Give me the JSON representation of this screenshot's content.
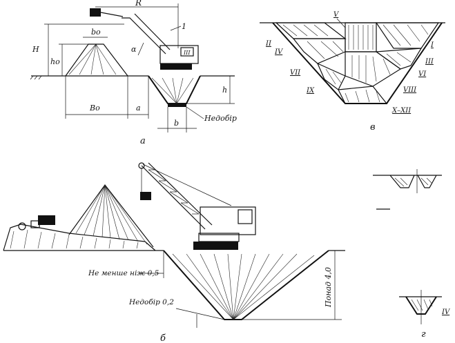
{
  "panels": {
    "a": {
      "caption": "а",
      "dims": {
        "R": "R",
        "H": "H",
        "ho": "hо",
        "bo_top": "bо",
        "Bo": "Bо",
        "a": "a",
        "h": "h",
        "b": "b",
        "alpha": "α",
        "one": "1",
        "cab": "III"
      },
      "note": "Недобір"
    },
    "b": {
      "caption": "б",
      "note_min": "Не менше ніж 0,5",
      "note_under": "Недобір 0,2",
      "note_slope": "Понад 4,0"
    },
    "v": {
      "caption": "в",
      "layers": [
        "I",
        "II",
        "III",
        "IV",
        "V",
        "VI",
        "VII",
        "VIII",
        "IX",
        "X–XII"
      ]
    },
    "g": {
      "caption": "г",
      "layer": "IV"
    }
  }
}
